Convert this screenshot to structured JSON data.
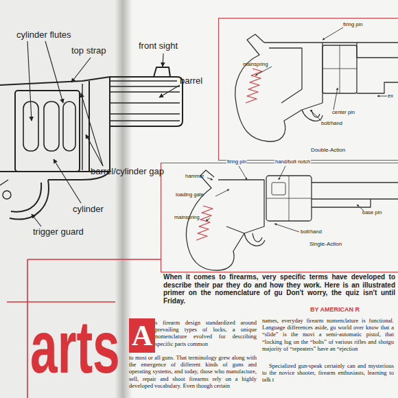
{
  "diagram": {
    "nodes": [
      {
        "text": [
          "Double-Action"
        ]
      },
      {
        "text": [
          "Single-Action"
        ]
      },
      {
        "text": [
          "A"
        ]
      }
    ],
    "labels": [
      "cylinder flutes",
      "top strap",
      "front sight",
      "barrel",
      "barrel/cylinder gap",
      "cylinder",
      "trigger guard",
      "firing pin",
      "mainspring",
      "center pin",
      "bolt/hand",
      "ex",
      "firing pin",
      "hand/bolt notch",
      "hammer",
      "loading gate",
      "base pin",
      "mainspring",
      "bolt/hand",
      "When it comes to firearms, very specific terms have developed to describe their par they do and how they work. Here is an illustrated primer on the nomenclature of gu Don't worry, the quiz isn't until Friday.",
      "BY AMERICAN R",
      "arts",
      "s firearm design standardized around prevailing types of locks, a unique nomenclature evolved for describing specific parts common",
      "to most or all guns. That terminology grew along with the emergence of different kinds of guns and operating systems, and today, those who manufacture, sell, repair and shoot firearms rely on a highly developed vocabulary. Even though certain",
      "names, everyday firearm nomenclature is functional. Language differences aside, gu world over know that a “slide” is the movi a semi-automatic pistol, that “locking lug on the “bolts” of various rifles and shotgu majority of “repeaters” have an “ejection",
      "Specialized gun-speak certainly can and mysterious to the novice shooter, firearm enthusiasts, learning to talk t"
    ]
  }
}
